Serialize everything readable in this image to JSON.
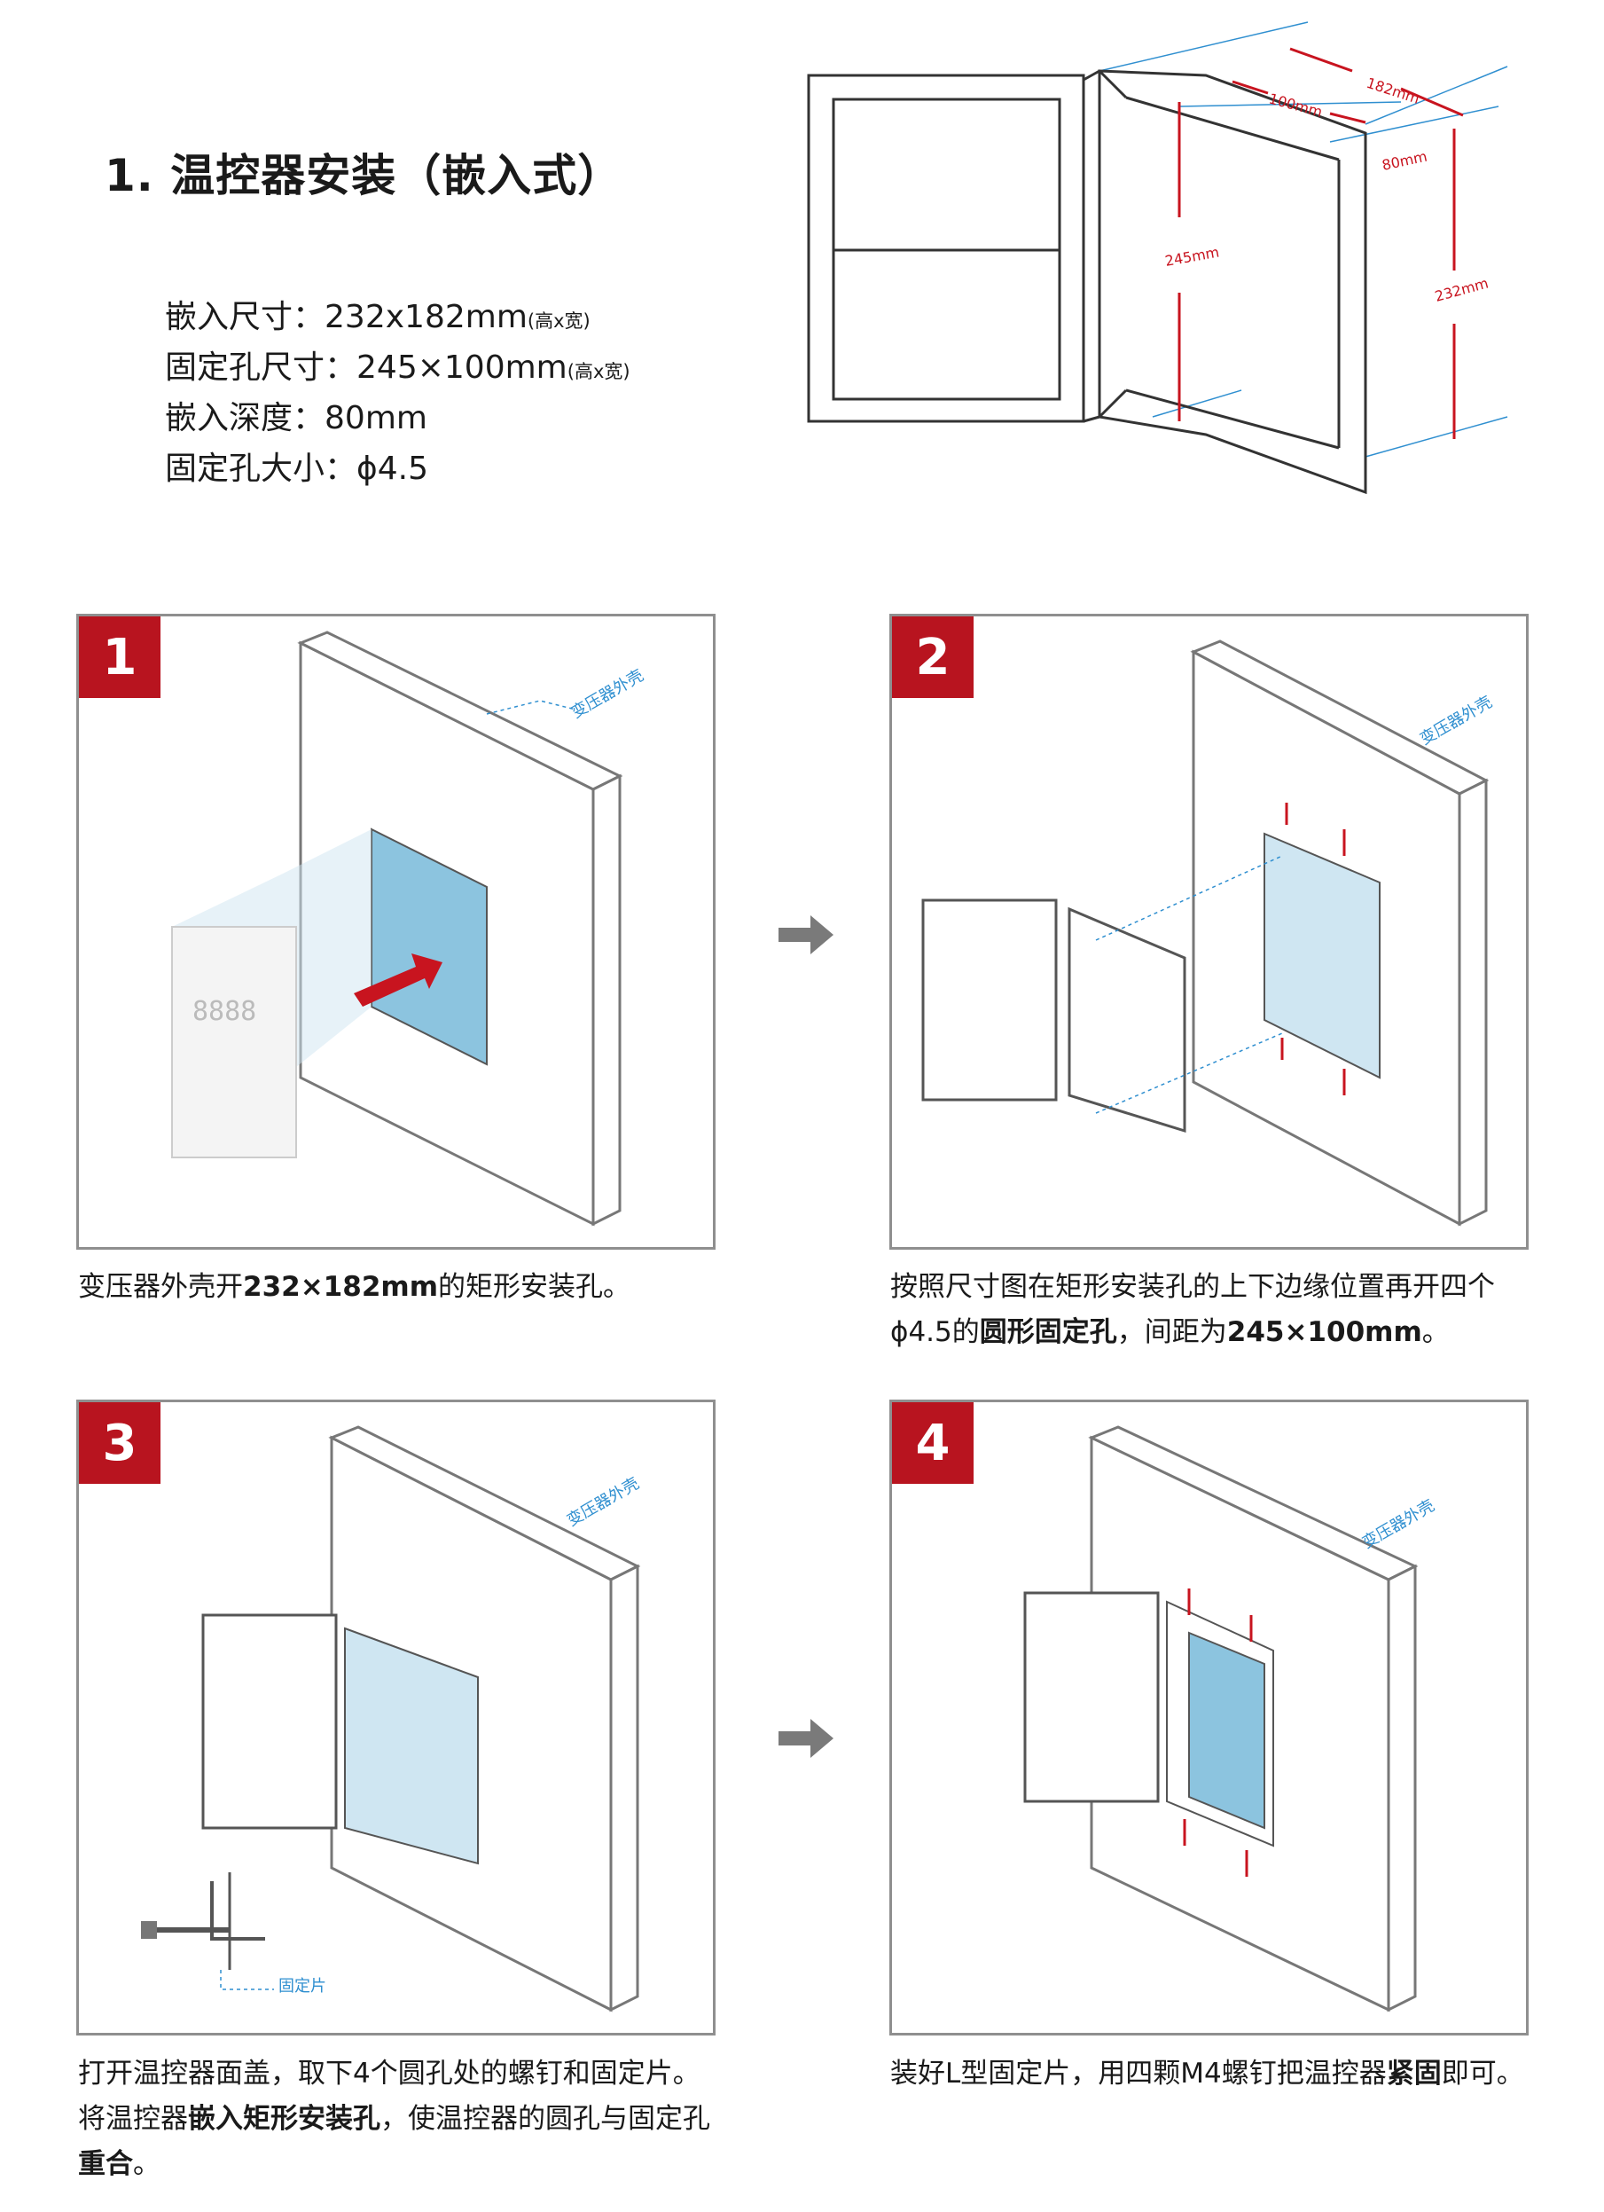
{
  "title": "1. 温控器安装（嵌入式）",
  "specs": [
    {
      "label": "嵌入尺寸：",
      "value": "232x182mm",
      "unit": "(高x宽)"
    },
    {
      "label": "固定孔尺寸：",
      "value": "245×100mm",
      "unit": "(高x宽)"
    },
    {
      "label": "嵌入深度：",
      "value": "80mm",
      "unit": ""
    },
    {
      "label": "固定孔大小：",
      "value": "ϕ4.5",
      "unit": ""
    }
  ],
  "dimensions": {
    "width": "182mm",
    "hole_spacing": "100mm",
    "depth": "80mm",
    "hole_height": "245mm",
    "height": "232mm"
  },
  "steps": [
    {
      "num": "1",
      "enclosure_label": "变压器外壳",
      "caption": {
        "a": "变压器外壳开",
        "b": "232×182mm",
        "c": "的矩形安装孔。"
      }
    },
    {
      "num": "2",
      "enclosure_label": "变压器外壳",
      "caption": {
        "a": "按照尺寸图在矩形安装孔的上下边缘位置再开四个ϕ4.5的",
        "b": "圆形固定孔",
        "c": "，间距为",
        "d": "245×100mm",
        "e": "。"
      }
    },
    {
      "num": "3",
      "enclosure_label": "变压器外壳",
      "bracket_label": "固定片",
      "caption": {
        "a": "打开温控器面盖，取下4个圆孔处的螺钉和固定片。将温控器",
        "b": "嵌入矩形安装孔",
        "c": "，使温控器的圆孔与固定孔",
        "d": "重合",
        "e": "。"
      }
    },
    {
      "num": "4",
      "enclosure_label": "变压器外壳",
      "caption": {
        "a": "装好L型固定片，用四颗M4螺钉把温控器",
        "b": "紧固",
        "c": "即可。"
      }
    }
  ],
  "display_digits": "8888",
  "colors": {
    "accent": "#b8141f",
    "blue": "#2f8fd0",
    "panel_border": "#8f8f8f",
    "arrow": "#7a7a7a"
  }
}
